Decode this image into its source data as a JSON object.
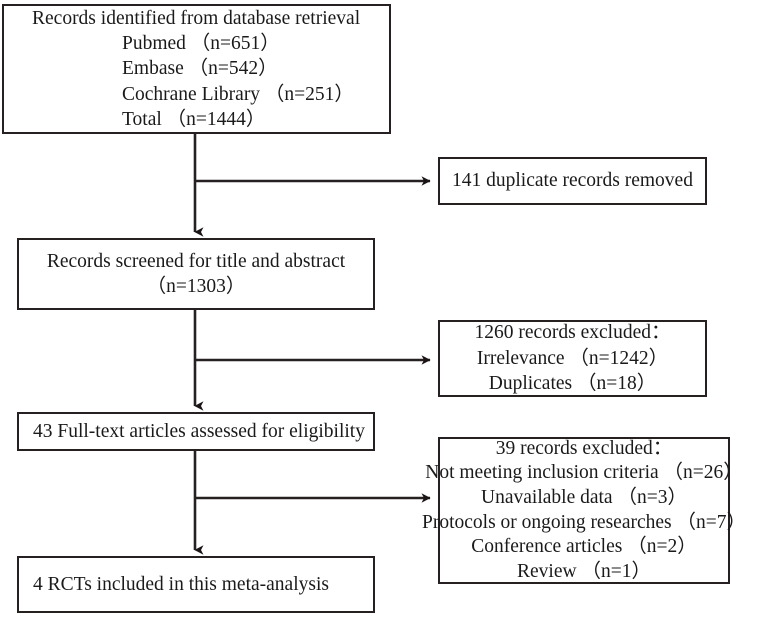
{
  "diagram": {
    "title": "PRISMA study selection flow diagram",
    "type": "flowchart",
    "stroke_color": "#262020",
    "background_color": "#ffffff"
  },
  "boxes": {
    "identified": {
      "name": "records-identified-from-database-retrieval",
      "head": "Records identified from database retrieval",
      "sources": [
        "Pubmed （n=651）",
        "Embase （n=542）",
        "Cochrane Library （n=251）",
        "Total （n=1444）"
      ],
      "counts": {
        "pubmed": 651,
        "embase": 542,
        "cochrane_library": 251,
        "total": 1444
      }
    },
    "duplicates_removed": {
      "name": "duplicate-records-removed",
      "text": "141 duplicate records removed",
      "count": 141
    },
    "screened": {
      "name": "records-screened-for-title-and-abstract",
      "line1": "Records screened for title and abstract",
      "line2": "（n=1303）",
      "count": 1303
    },
    "excluded_screening": {
      "name": "records-excluded-at-screening",
      "header": "1260 records excluded：",
      "reasons": [
        "Irrelevance （n=1242）",
        "Duplicates （n=18）"
      ],
      "total_excluded": 1260,
      "counts": {
        "irrelevance": 1242,
        "duplicates": 18
      }
    },
    "fulltext": {
      "name": "full-text-articles-assessed-for-eligibility",
      "text": "43 Full-text articles assessed for eligibility",
      "count": 43
    },
    "excluded_fulltext": {
      "name": "records-excluded-at-full-text",
      "header": "39 records excluded：",
      "reasons": [
        "Not meeting inclusion criteria （n=26）",
        "Unavailable data （n=3）",
        "Protocols or ongoing researches （n=7）",
        "Conference articles （n=2）",
        "Review （n=1）"
      ],
      "total_excluded": 39,
      "counts": {
        "not_meeting_inclusion_criteria": 26,
        "unavailable_data": 3,
        "protocols_or_ongoing_researches": 7,
        "conference_articles": 2,
        "review": 1
      }
    },
    "included": {
      "name": "studies-included-in-meta-analysis",
      "text": "4 RCTs included in this meta-analysis",
      "count": 4
    }
  },
  "connectors": [
    {
      "name": "identified-to-screened",
      "direction": "down"
    },
    {
      "name": "identified-to-duplicates-removed",
      "direction": "right"
    },
    {
      "name": "screened-to-fulltext",
      "direction": "down"
    },
    {
      "name": "screened-to-excluded-screening",
      "direction": "right"
    },
    {
      "name": "fulltext-to-included",
      "direction": "down"
    },
    {
      "name": "fulltext-to-excluded-fulltext",
      "direction": "right"
    }
  ]
}
